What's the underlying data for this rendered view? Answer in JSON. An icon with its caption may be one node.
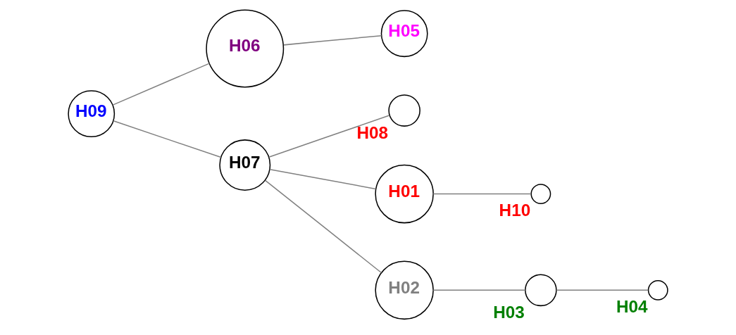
{
  "diagram": {
    "nodes": [
      {
        "text": [
          "H09"
        ]
      },
      {
        "text": [
          "H06"
        ]
      },
      {
        "text": [
          "H05"
        ]
      },
      {
        "text": [
          "H07"
        ]
      },
      {
        "text": [],
        "shape": "circle",
        "beside": [
          "H08"
        ]
      },
      {
        "text": [
          "H01"
        ]
      },
      {
        "text": [],
        "shape": "circle",
        "beside": [
          "H10"
        ]
      },
      {
        "text": [
          "H02"
        ]
      },
      {
        "text": [],
        "shape": "circle",
        "beside": [
          "H03"
        ]
      },
      {
        "text": [],
        "shape": "circle",
        "beside": [
          "H04"
        ]
      }
    ],
    "edges": [
      {
        "from": 0,
        "to": 1,
        "arrow": "none"
      },
      {
        "from": 1,
        "to": 2,
        "arrow": "none"
      },
      {
        "from": 0,
        "to": 3,
        "arrow": "none"
      },
      {
        "from": 3,
        "to": 4,
        "arrow": "none"
      },
      {
        "from": 3,
        "to": 5,
        "arrow": "none"
      },
      {
        "from": 5,
        "to": 6,
        "arrow": "none"
      },
      {
        "from": 3,
        "to": 7,
        "arrow": "none"
      },
      {
        "from": 7,
        "to": 8,
        "arrow": "none"
      },
      {
        "from": 8,
        "to": 9,
        "arrow": "none"
      }
    ]
  }
}
